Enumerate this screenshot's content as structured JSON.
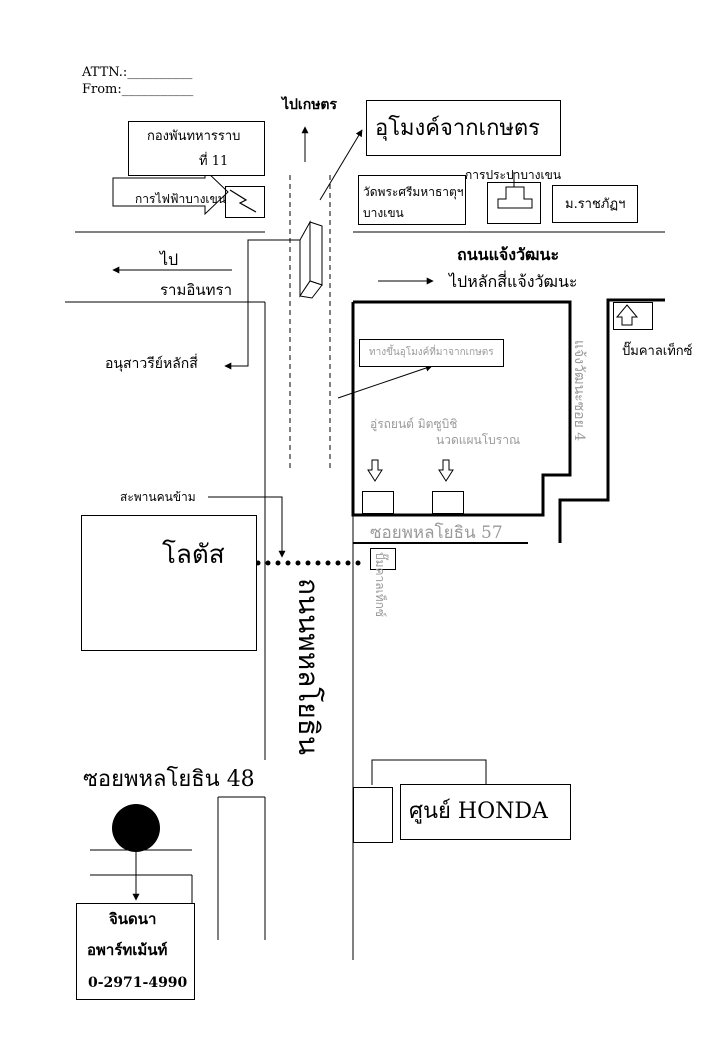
{
  "header": {
    "attn": "ATTN.:__________",
    "from": "From:___________"
  },
  "labels": {
    "to_kaset": "ไปเกษตร",
    "tunnel": "อุโมงค์จากเกษตร",
    "army_l1": "กองพันทหารราบ",
    "army_l2": "ที่ 11",
    "electric": "การไฟฟ้าบางเขน",
    "water": "การประปาบางเขน",
    "wat_l1": "วัดพระศรีมหาธาตุฯ",
    "wat_l2": "บางเขน",
    "rajabhat": "ม.ราชภัฏฯ",
    "to_left": "ไป",
    "ram_inthra": "รามอินทรา",
    "monument": "อนุสาวรีย์หลักสี่",
    "ngamwong": "ถนนแจ้งวัฒนะ",
    "to_laksi": "ไปหลักสี่แจ้งวัฒนะ",
    "tunnel_ramp": "ทางขึ้นอุโมงค์ที่มาจากเกษตร",
    "car_shop": "อู่รถยนต์ มิตซูบิชิ",
    "massage": "นวดแผนโบราณ",
    "soi57": "ซอยพหลโยธิน 57",
    "gas_right": "ปั๊มคาลเท็กซ์",
    "chaeng_soi4": "แจ้งวัฒนะซอย 4",
    "bridge": "สะพานคนข้าม",
    "lotus": "โลตัส",
    "phahon_road": "ถนนพหลโยธิน",
    "gas_center": "ปั๊มคาลเท็กซ์",
    "soi48": "ซอยพหลโยธิน 48",
    "honda": "ศูนย์ HONDA",
    "dest_l1": "จินดนา",
    "dest_l2": "อพาร์ทเม้นท์",
    "phone": "0-2971-4990"
  }
}
